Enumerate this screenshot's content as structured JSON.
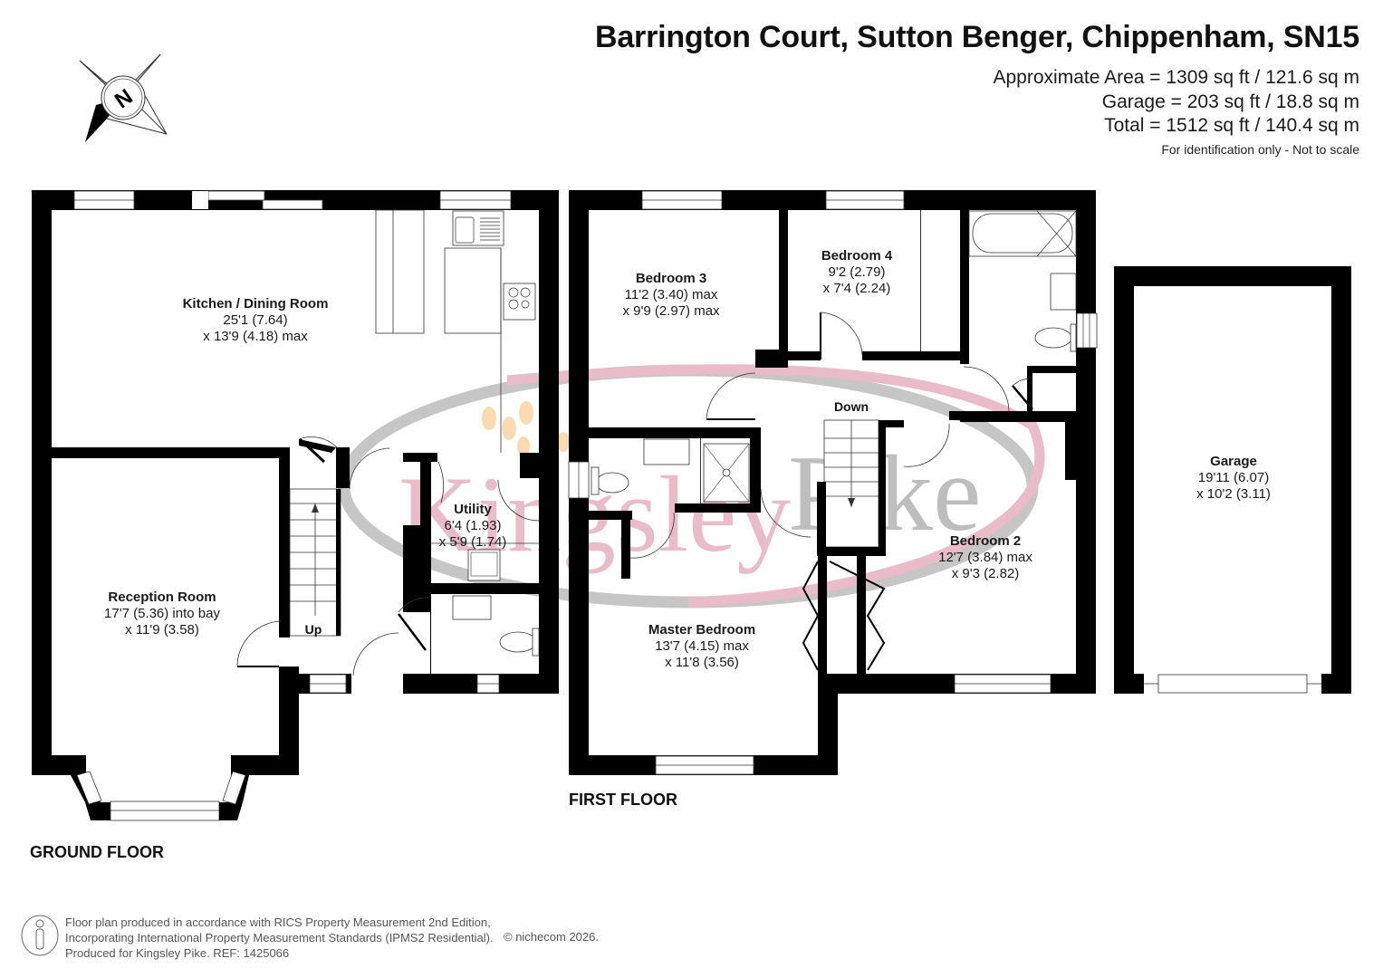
{
  "header": {
    "title": "Barrington Court, Sutton Benger, Chippenham, SN15",
    "approximate_area": "Approximate Area = 1309 sq ft / 121.6 sq m",
    "garage_area": "Garage = 203 sq ft / 18.8 sq m",
    "total_area": "Total = 1512 sq ft / 140.4 sq m",
    "disclaimer": "For identification only - Not to scale"
  },
  "compass": {
    "icon": "north-compass-icon",
    "label": "N"
  },
  "watermark": {
    "text_part1": "Kingsley",
    "text_part2": "Pike",
    "colors": {
      "pink": "#e8b4c4",
      "grey": "#b8b8b8",
      "peach": "#f8d8a8"
    }
  },
  "colors": {
    "wall": "#000000",
    "background": "#ffffff",
    "text": "#1a1a1a",
    "footer_text": "#555555"
  },
  "ground_floor": {
    "label": "GROUND FLOOR",
    "stair_label": "Up",
    "rooms": [
      {
        "name": "Kitchen / Dining Room",
        "dim1": "25'1 (7.64)",
        "dim2": "x 13'9 (4.18) max"
      },
      {
        "name": "Reception Room",
        "dim1": "17'7 (5.36) into bay",
        "dim2": "x 11'9 (3.58)"
      },
      {
        "name": "Utility",
        "dim1": "6'4 (1.93)",
        "dim2": "x 5'9 (1.74)"
      }
    ]
  },
  "first_floor": {
    "label": "FIRST FLOOR",
    "stair_label": "Down",
    "rooms": [
      {
        "name": "Bedroom 3",
        "dim1": "11'2 (3.40) max",
        "dim2": "x 9'9 (2.97) max"
      },
      {
        "name": "Bedroom 4",
        "dim1": "9'2 (2.79)",
        "dim2": "x 7'4 (2.24)"
      },
      {
        "name": "Bedroom 2",
        "dim1": "12'7 (3.84) max",
        "dim2": "x 9'3 (2.82)"
      },
      {
        "name": "Master Bedroom",
        "dim1": "13'7 (4.15) max",
        "dim2": "x 11'8 (3.56)"
      }
    ]
  },
  "garage": {
    "name": "Garage",
    "dim1": "19'11 (6.07)",
    "dim2": "x 10'2 (3.11)"
  },
  "footer": {
    "line1": "Floor plan produced in accordance with RICS Property Measurement 2nd Edition,",
    "line2": "Incorporating International Property Measurement Standards (IPMS2 Residential).",
    "line3": "Produced for Kingsley Pike.   REF: 1425066",
    "copyright": "© nichecom 2026.",
    "icon": "ipms-person-icon"
  }
}
